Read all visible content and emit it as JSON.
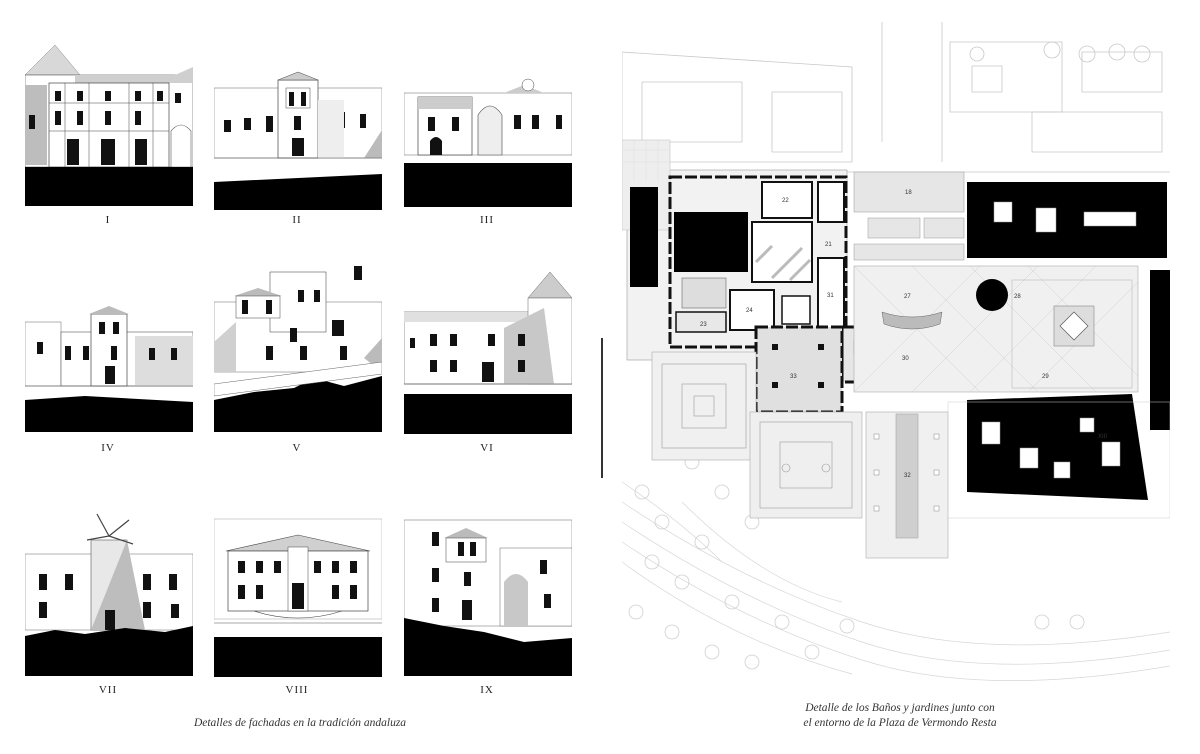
{
  "facades": {
    "labels": [
      "I",
      "II",
      "III",
      "IV",
      "V",
      "VI",
      "VII",
      "VIII",
      "IX"
    ],
    "caption": "Detalles de fachadas en la tradición andaluza"
  },
  "plan": {
    "caption_line1": "Detalle de los Baños y jardines junto con",
    "caption_line2": "el entorno de la Plaza de Vermondo Resta",
    "numbers": [
      "18",
      "22",
      "21",
      "23",
      "24",
      "27",
      "28",
      "29",
      "30",
      "31",
      "32",
      "33",
      "XIII"
    ]
  }
}
